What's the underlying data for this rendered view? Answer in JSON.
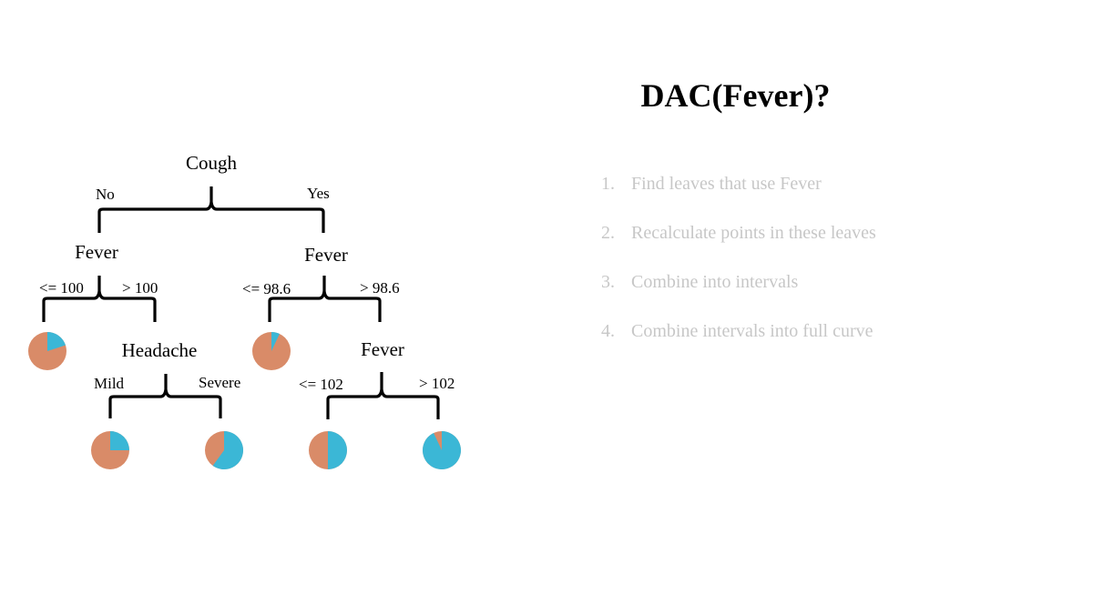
{
  "title": "DAC(Fever)?",
  "steps": [
    {
      "number": "1.",
      "text": "Find leaves that use Fever"
    },
    {
      "number": "2.",
      "text": "Recalculate points in these leaves"
    },
    {
      "number": "3.",
      "text": "Combine into intervals"
    },
    {
      "number": "4.",
      "text": "Combine intervals into full curve"
    }
  ],
  "colors": {
    "class_a": "#d98b68",
    "class_b": "#3bb7d6"
  },
  "tree": {
    "root": {
      "label": "Cough",
      "left_edge": "No",
      "right_edge": "Yes"
    },
    "left_split": {
      "label": "Fever",
      "left_edge": "<= 100",
      "right_edge": "> 100"
    },
    "right_split": {
      "label": "Fever",
      "left_edge": "<= 98.6",
      "right_edge": "> 98.6"
    },
    "headache_split": {
      "label": "Headache",
      "left_edge": "Mild",
      "right_edge": "Severe"
    },
    "right_fever_split": {
      "label": "Fever",
      "left_edge": "<= 102",
      "right_edge": "> 102"
    },
    "leaves": [
      {
        "id": "leaf-cough-no-fever-low",
        "fraction_b": 0.2
      },
      {
        "id": "leaf-cough-yes-fever-low",
        "fraction_b": 0.07
      },
      {
        "id": "leaf-headache-mild",
        "fraction_b": 0.25
      },
      {
        "id": "leaf-headache-severe",
        "fraction_b": 0.6
      },
      {
        "id": "leaf-fever-102-low",
        "fraction_b": 0.5
      },
      {
        "id": "leaf-fever-102-high",
        "fraction_b": 0.93
      }
    ]
  }
}
